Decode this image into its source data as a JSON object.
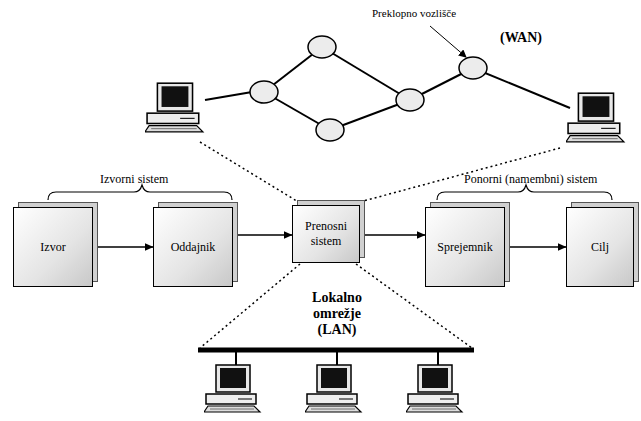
{
  "diagram": {
    "nodes": [
      {
        "text": [
          "Izvor"
        ]
      },
      {
        "text": [
          "Oddajnik"
        ]
      },
      {
        "text": [
          "Prenosni sistem"
        ]
      },
      {
        "text": [
          "Sprejemnik"
        ]
      },
      {
        "text": [
          "Cilj"
        ]
      }
    ],
    "edges": [
      {
        "from": 0,
        "to": 1,
        "arrow": "to"
      },
      {
        "from": 1,
        "to": 2,
        "arrow": "to"
      },
      {
        "from": 2,
        "to": 3,
        "arrow": "to"
      },
      {
        "from": 3,
        "to": 4,
        "arrow": "to"
      }
    ],
    "labels": [
      "Izvorni sistem",
      "Ponorni (namembni) sistem",
      "Preklopno vozlišče",
      "(WAN)",
      "Lokalno omrežje (LAN)"
    ]
  }
}
